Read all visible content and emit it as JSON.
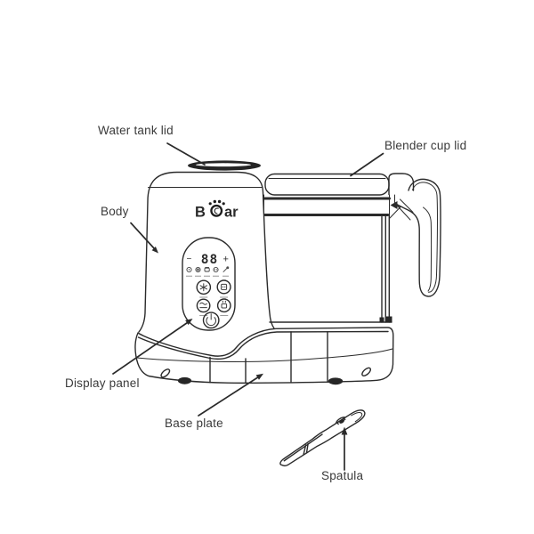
{
  "labels": {
    "water_tank_lid": "Water tank lid",
    "blender_cup_lid": "Blender cup lid",
    "body": "Body",
    "display_panel": "Display panel",
    "base_plate": "Base plate",
    "spatula": "Spatula"
  },
  "brand": {
    "name": "Bear",
    "logo_text_left": "B",
    "logo_text_right": "ar",
    "logo_icon": "paw-icon"
  },
  "panel": {
    "display_value": "88",
    "minus": "−",
    "plus": "+",
    "mode_icons": [
      "mode-icon-1",
      "mode-icon-2",
      "mode-icon-3",
      "mode-icon-4",
      "mode-icon-5"
    ],
    "function_buttons": [
      "function-button-1",
      "function-button-2",
      "function-button-3",
      "function-button-4"
    ],
    "power_icon": "power-icon"
  },
  "colors": {
    "line": "#2b2b2b",
    "label_text": "#3a3a3a",
    "background": "#ffffff",
    "lid_fill": "#242424"
  }
}
